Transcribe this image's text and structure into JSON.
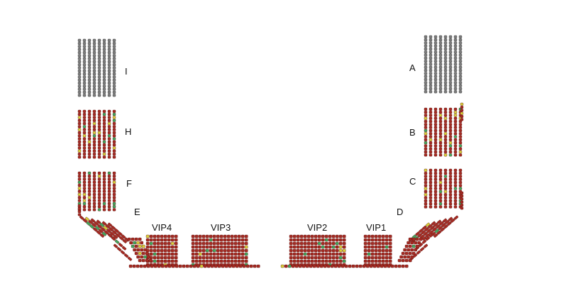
{
  "seat_map": {
    "colors": {
      "available": "#a52a22",
      "available_edge": "#5e1410",
      "sold": "#7b7b7b",
      "sold_edge": "#3e3e3e",
      "selected_green": "#3fa85c",
      "selected_yellow": "#d9cf3b",
      "background": "#ffffff"
    },
    "sections": [
      {
        "id": "I",
        "label": "I",
        "status": "sold"
      },
      {
        "id": "H",
        "label": "H",
        "status": "available"
      },
      {
        "id": "F",
        "label": "F",
        "status": "available"
      },
      {
        "id": "E",
        "label": "E",
        "status": "available"
      },
      {
        "id": "VIP4",
        "label": "VIP4",
        "status": "available"
      },
      {
        "id": "VIP3",
        "label": "VIP3",
        "status": "available"
      },
      {
        "id": "VIP2",
        "label": "VIP2",
        "status": "available"
      },
      {
        "id": "VIP1",
        "label": "VIP1",
        "status": "available"
      },
      {
        "id": "D",
        "label": "D",
        "status": "available"
      },
      {
        "id": "C",
        "label": "C",
        "status": "available"
      },
      {
        "id": "B",
        "label": "B",
        "status": "available"
      },
      {
        "id": "A",
        "label": "A",
        "status": "sold"
      }
    ]
  }
}
